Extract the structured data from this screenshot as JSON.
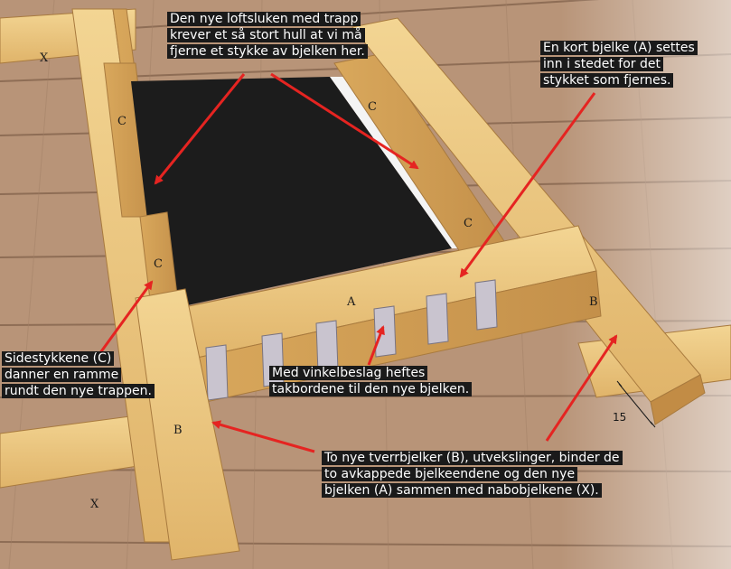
{
  "callouts": {
    "hole": [
      "Den nye loftsluken med trapp",
      "krever et så stort hull at vi må",
      "fjerne et stykke av bjelken her."
    ],
    "beam_a": [
      "En kort bjelke (A) settes",
      "inn i stedet for det",
      "stykket som fjernes."
    ],
    "side_pieces": [
      "Sidestykkene (C)",
      "danner en ramme",
      "rundt den nye trappen."
    ],
    "brackets": [
      "Med vinkelbeslag heftes",
      "takbordene til den nye bjelken."
    ],
    "cross_beams": [
      "To nye tverrbjelker (B), utvekslinger, binder de",
      "to avkappede bjelkeendene og den nye",
      "bjelken (A) sammen med nabobjelkene (X)."
    ]
  },
  "labels": {
    "x_top": "X",
    "x_bottom": "X",
    "c_top_left": "C",
    "c_top_right": "C",
    "c_right": "C",
    "c_left": "C",
    "a": "A",
    "b_right": "B",
    "b_left": "B",
    "dimension": "15"
  },
  "colors": {
    "arrow": "#e52421",
    "callout_bg": "#1a1a1a",
    "callout_text": "#ffffff",
    "wood": "#e9c27a",
    "wood_dark": "#c7954a",
    "boards": "#b08d70",
    "opening": "#1c1c1c"
  }
}
